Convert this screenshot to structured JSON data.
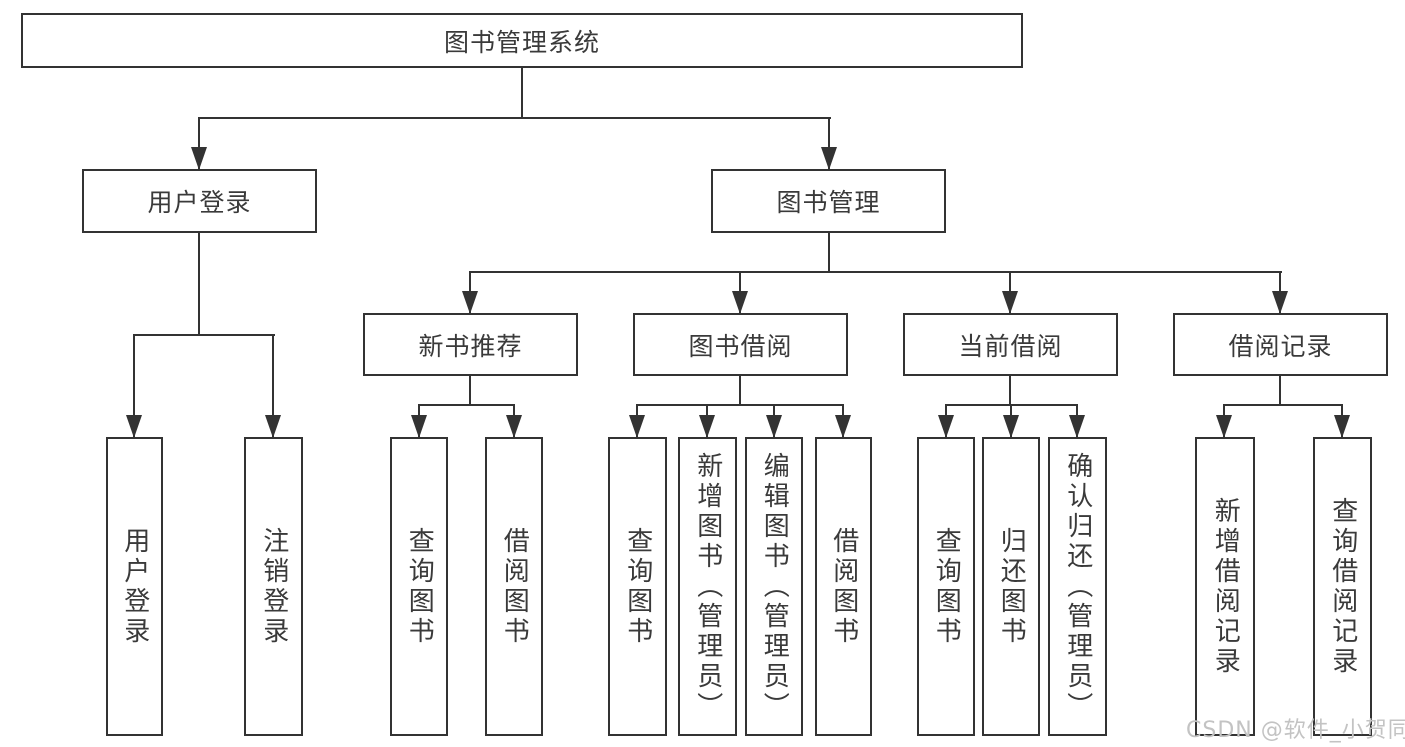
{
  "diagram": {
    "root": {
      "label": "图书管理系统"
    },
    "branches": [
      {
        "label": "用户登录",
        "children": [
          {
            "label": "用户登录"
          },
          {
            "label": "注销登录"
          }
        ]
      },
      {
        "label": "图书管理",
        "children": [
          {
            "label": "新书推荐",
            "children": [
              {
                "label": "查询图书"
              },
              {
                "label": "借阅图书"
              }
            ]
          },
          {
            "label": "图书借阅",
            "children": [
              {
                "label": "查询图书"
              },
              {
                "label": "新增图书（管理员）"
              },
              {
                "label": "编辑图书（管理员）"
              },
              {
                "label": "借阅图书"
              }
            ]
          },
          {
            "label": "当前借阅",
            "children": [
              {
                "label": "查询图书"
              },
              {
                "label": "归还图书"
              },
              {
                "label": "确认归还（管理员）"
              }
            ]
          },
          {
            "label": "借阅记录",
            "children": [
              {
                "label": "新增借阅记录"
              },
              {
                "label": "查询借阅记录"
              }
            ]
          }
        ]
      }
    ]
  },
  "watermark": {
    "text": "CSDN @软件_小贺同学"
  },
  "colors": {
    "line": "#333333",
    "text": "#3a3a3a",
    "watermark": "#c3c3c3",
    "background": "#ffffff"
  }
}
